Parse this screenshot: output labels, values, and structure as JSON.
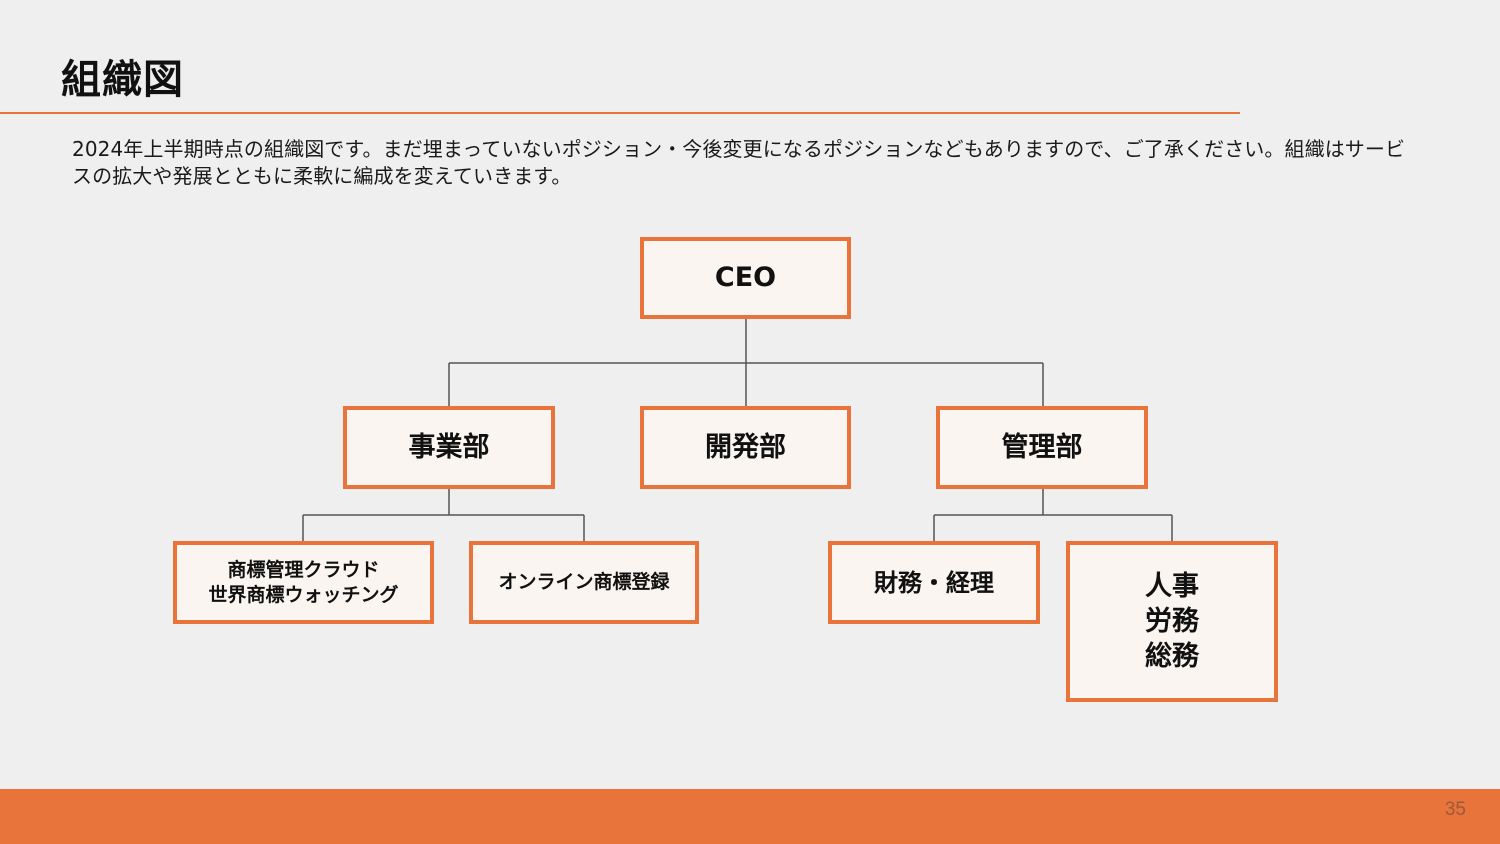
{
  "slide": {
    "title": "組織図",
    "description": "2024年上半期時点の組織図です。まだ埋まっていないポジション・今後変更になるポジションなどもありますので、ご了承ください。組織はサービスの拡大や発展とともに柔軟に編成を変えていきます。",
    "page_number": "35"
  },
  "org": {
    "root": "CEO",
    "departments": [
      {
        "name": "事業部",
        "children": [
          "商標管理クラウド\n世界商標ウォッチング",
          "オンライン商標登録"
        ]
      },
      {
        "name": "開発部",
        "children": []
      },
      {
        "name": "管理部",
        "children": [
          "財務・経理",
          "人事\n労務\n総務"
        ]
      }
    ]
  },
  "colors": {
    "accent": "#e8743b",
    "node_fill": "#fbf5f1",
    "background": "#efefef",
    "connector": "#555555"
  }
}
